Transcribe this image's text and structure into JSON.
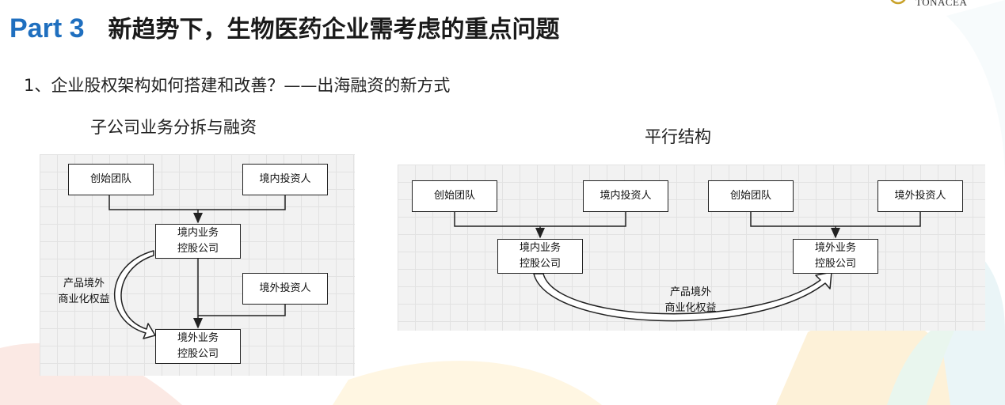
{
  "header": {
    "part": "Part 3",
    "title": "新趋势下，生物医药企业需考虑的重点问题",
    "logo_text": "TONACEA"
  },
  "subtitle": "1、企业股权架构如何搭建和改善？——出海融资的新方式",
  "left_diagram": {
    "title": "子公司业务分拆与融资",
    "boxes": {
      "founders": "创始团队",
      "domestic_investor": "境内投资人",
      "domestic_holding": "境内业务\n控股公司",
      "overseas_investor": "境外投资人",
      "overseas_holding": "境外业务\n控股公司"
    },
    "note": "产品境外\n商业化权益"
  },
  "right_diagram": {
    "title": "平行结构",
    "boxes": {
      "founders_a": "创始团队",
      "domestic_investor": "境内投资人",
      "founders_b": "创始团队",
      "overseas_investor": "境外投资人",
      "domestic_holding": "境内业务\n控股公司",
      "overseas_holding": "境外业务\n控股公司"
    },
    "note": "产品境外\n商业化权益"
  },
  "colors": {
    "part_blue": "#1f6fbf",
    "title_text": "#1a1a1a",
    "diagram_bg": "#f2f2f2",
    "line": "#222222"
  }
}
